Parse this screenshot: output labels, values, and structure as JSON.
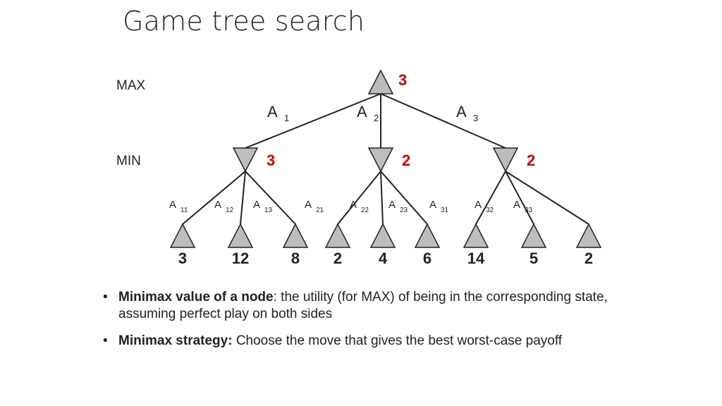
{
  "title": "Game tree search",
  "colors": {
    "node_fill": "#bdbdbd",
    "node_stroke": "#222222",
    "value_red": "#e00000",
    "text": "#222222"
  },
  "levels": {
    "max_label": "MAX",
    "min_label": "MIN"
  },
  "root": {
    "value": "3"
  },
  "actions": [
    {
      "letter": "A",
      "sub": "1"
    },
    {
      "letter": "A",
      "sub": "2"
    },
    {
      "letter": "A",
      "sub": "3"
    }
  ],
  "min_nodes": [
    {
      "value": "3",
      "actions": [
        {
          "letter": "A",
          "sub": "11"
        },
        {
          "letter": "A",
          "sub": "12"
        },
        {
          "letter": "A",
          "sub": "13"
        }
      ],
      "leaves": [
        "3",
        "12",
        "8"
      ]
    },
    {
      "value": "2",
      "actions": [
        {
          "letter": "A",
          "sub": "21"
        },
        {
          "letter": "A",
          "sub": "22"
        },
        {
          "letter": "A",
          "sub": "23"
        }
      ],
      "leaves": [
        "2",
        "4",
        "6"
      ]
    },
    {
      "value": "2",
      "actions": [
        {
          "letter": "A",
          "sub": "31"
        },
        {
          "letter": "A",
          "sub": "32"
        },
        {
          "letter": "A",
          "sub": "33"
        }
      ],
      "leaves": [
        "14",
        "5",
        "2"
      ]
    }
  ],
  "bullets": [
    {
      "bullet": "•",
      "bold": "Minimax value of a node",
      "text": ": the utility (for MAX) of being in the corresponding state, assuming perfect play on both sides"
    },
    {
      "bullet": "•",
      "bold": "Minimax strategy:",
      "text": " Choose the move that gives the best worst-case payoff"
    }
  ]
}
